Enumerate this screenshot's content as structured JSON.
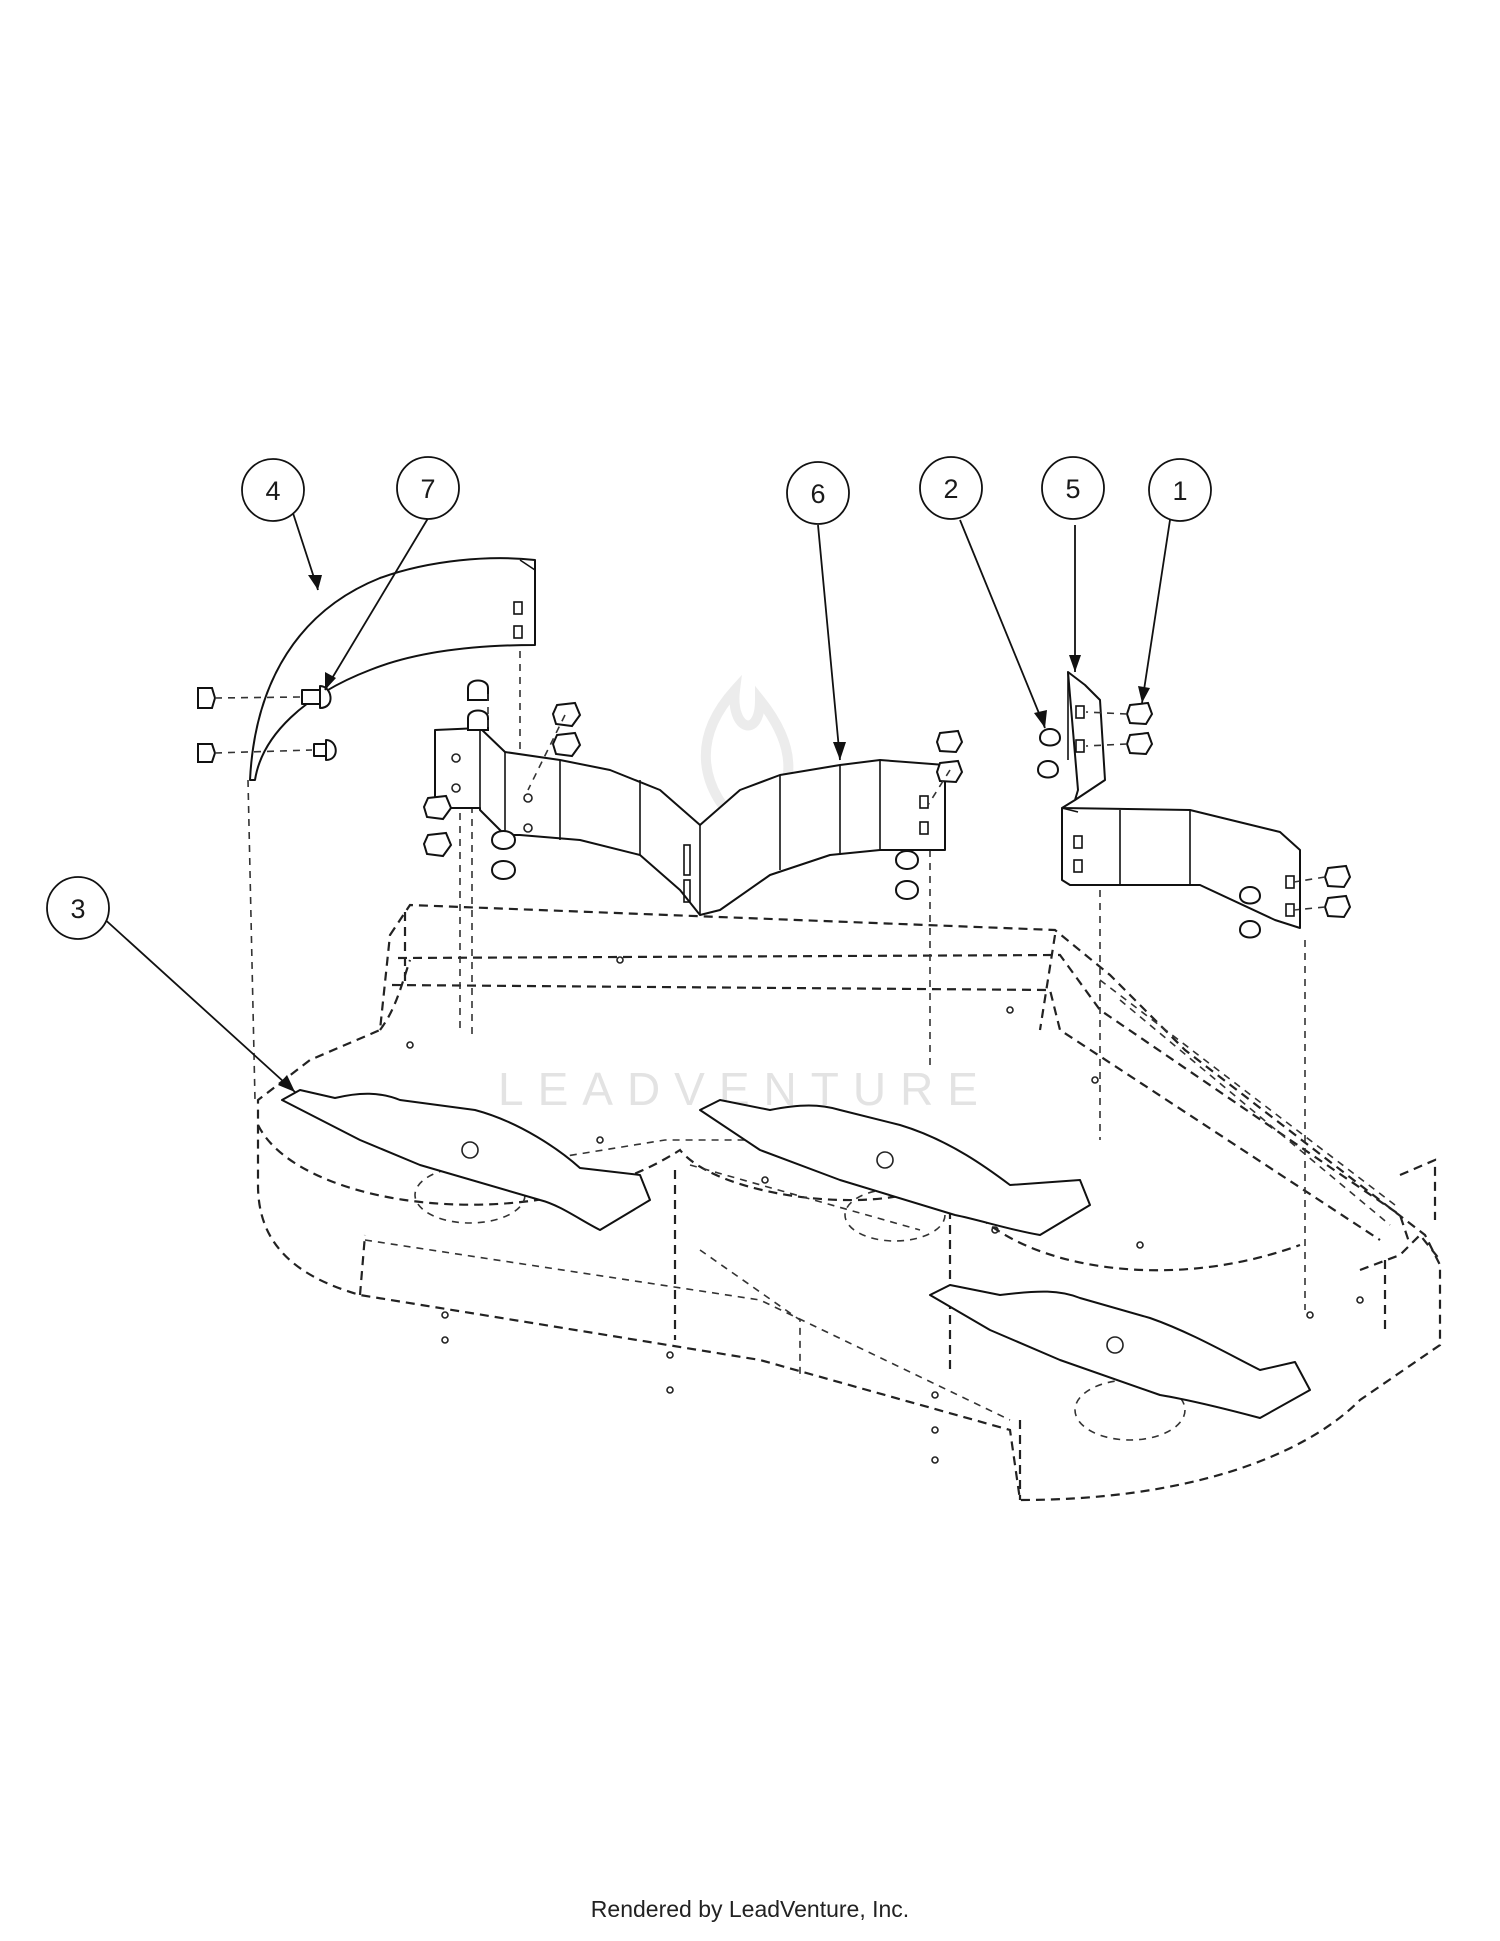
{
  "callouts": [
    {
      "id": "c4",
      "number": "4"
    },
    {
      "id": "c7",
      "number": "7"
    },
    {
      "id": "c6",
      "number": "6"
    },
    {
      "id": "c2",
      "number": "2"
    },
    {
      "id": "c5",
      "number": "5"
    },
    {
      "id": "c1",
      "number": "1"
    },
    {
      "id": "c3",
      "number": "3"
    }
  ],
  "watermark": "LEADVENTURE",
  "footer": "Rendered by LeadVenture, Inc."
}
